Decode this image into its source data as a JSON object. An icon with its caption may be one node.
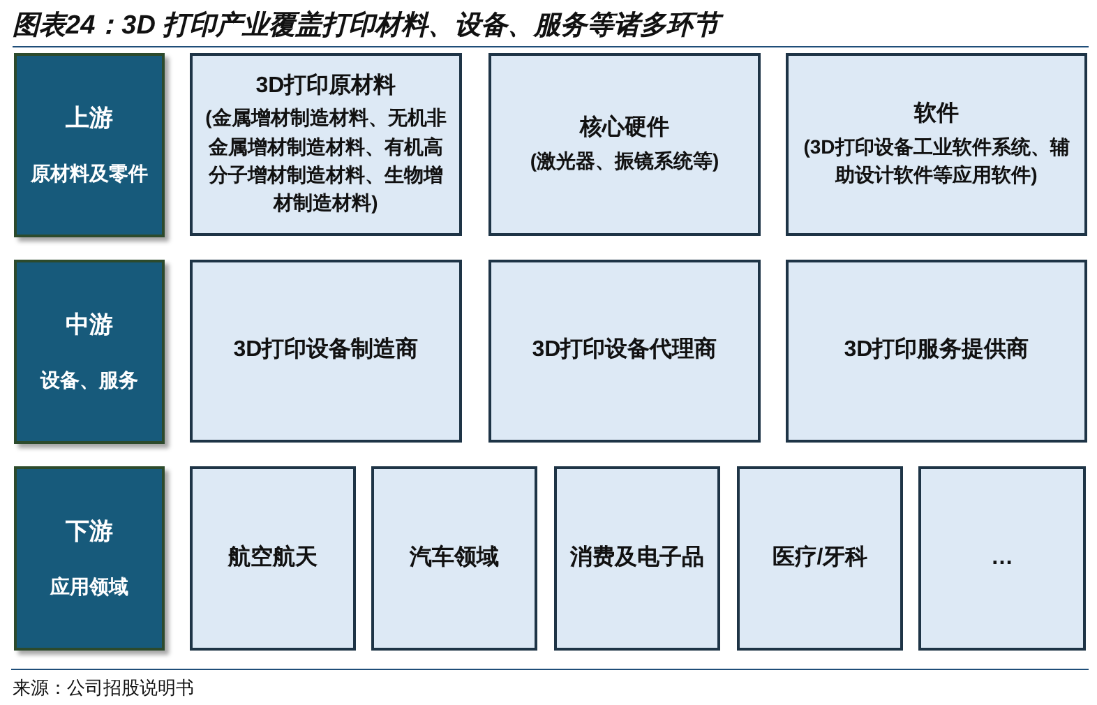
{
  "diagram": {
    "title": "图表24：3D 打印产业覆盖打印材料、设备、服务等诸多环节",
    "nodes": [
      {
        "text": [
          "上游",
          "原材料及零件"
        ]
      },
      {
        "text": [
          "3D打印原材料",
          "(金属增材制造材料、无机非金属增材制造材料、有机高分子增材制造材料、生物增材制造材料)"
        ]
      },
      {
        "text": [
          "核心硬件",
          "(激光器、振镜系统等)"
        ]
      },
      {
        "text": [
          "软件",
          "(3D打印设备工业软件系统、辅助设计软件等应用软件)"
        ]
      },
      {
        "text": [
          "中游",
          "设备、服务"
        ]
      },
      {
        "text": [
          "3D打印设备制造商"
        ]
      },
      {
        "text": [
          "3D打印设备代理商"
        ]
      },
      {
        "text": [
          "3D打印服务提供商"
        ]
      },
      {
        "text": [
          "下游",
          "应用领域"
        ]
      },
      {
        "text": [
          "航空航天"
        ]
      },
      {
        "text": [
          "汽车领域"
        ]
      },
      {
        "text": [
          "消费及电子品"
        ]
      },
      {
        "text": [
          "医疗/牙科"
        ]
      },
      {
        "text": [
          "…"
        ]
      }
    ],
    "caption": "来源：公司招股说明书"
  }
}
